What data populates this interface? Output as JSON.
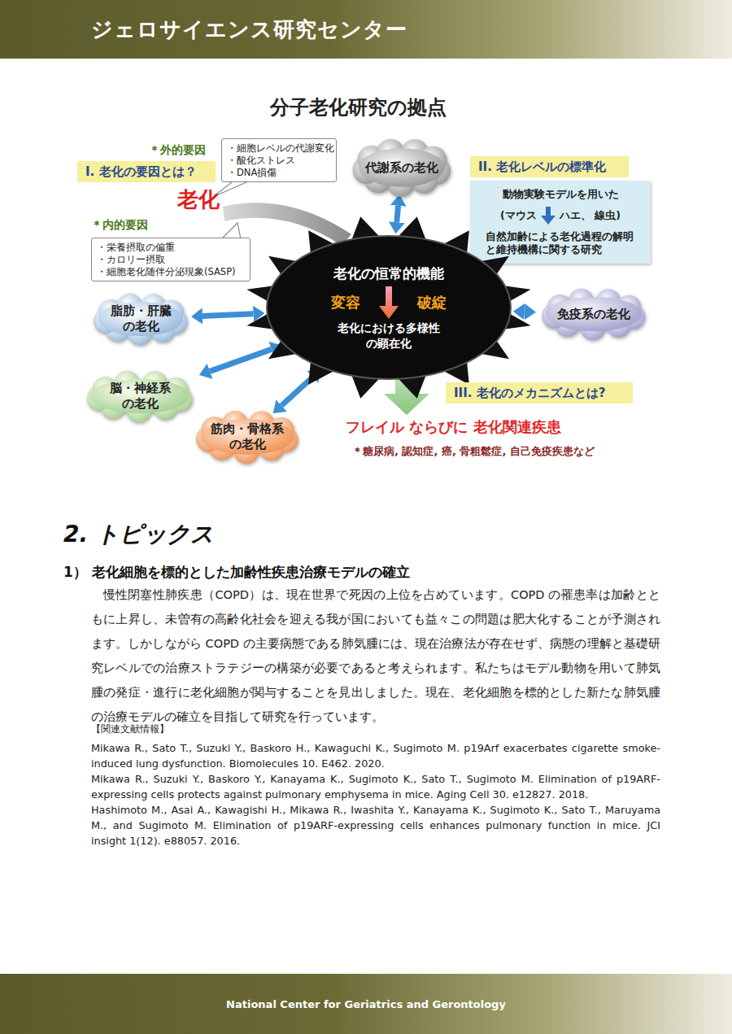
{
  "diagram": {
    "title": "分子老化研究の拠点",
    "nodes": [
      {
        "text": [
          "ジェロサイエンス研究センター"
        ]
      },
      {
        "text": [
          "・細胞レベルの代謝変化",
          "・酸化ストレス",
          "・DNA損傷"
        ]
      },
      {
        "text": [
          "代謝系の老化"
        ]
      },
      {
        "text": [
          "II. 老化レベルの標準化"
        ]
      },
      {
        "text": [
          "動物実験モデルを用いた",
          "(マウス",
          "ハエ、 線虫)",
          "自然加齢による老化過程の解明と維持機構に関する研究"
        ]
      },
      {
        "text": [
          "I. 老化の要因とは？"
        ]
      },
      {
        "text": [
          "・栄養摂取の偏重",
          "・カロリー摂取",
          "・細胞老化随伴分泌現象(SASP)"
        ]
      },
      {
        "text": [
          "老化の恒常的機能",
          "変容",
          "破綻",
          "老化における多様性の顕在化"
        ]
      },
      {
        "text": [
          "脂肪・肝臓の老化"
        ]
      },
      {
        "text": [
          "免疫系の老化"
        ]
      },
      {
        "text": [
          "脳・神経系の老化"
        ]
      },
      {
        "text": [
          "筋肉・骨格系の老化"
        ]
      },
      {
        "text": [
          "III. 老化のメカニズムとは?"
        ]
      },
      {
        "text": [
          "National Center for Geriatrics and Gerontology"
        ]
      }
    ],
    "edges": [
      {
        "from": 7,
        "to": 2,
        "arrow": "both"
      },
      {
        "from": 7,
        "to": 8,
        "arrow": "both"
      },
      {
        "from": 7,
        "to": 9,
        "arrow": "both"
      },
      {
        "from": 7,
        "to": 10,
        "arrow": "both"
      },
      {
        "from": 7,
        "to": 11,
        "arrow": "both"
      }
    ],
    "labels": [
      "＊外的要因",
      "老化",
      "＊内的要因",
      "フレイル ならびに 老化関連疾患",
      "＊糖尿病, 認知症, 癌, 骨粗鬆症, 自己免疫疾患など",
      "2. トピックス",
      "1） 老化細胞を標的とした加齢性疾患治療モデルの確立",
      "慢性閉塞性肺疾患（COPD）は、現在世界で死因の上位を占めています。COPD の罹患率は加齢とともに上昇し、未曽有の高齢化社会を迎える我が国においても益々この問題は肥大化することが予測されます。しかしながら COPD の主要病態である肺気腫には、現在治療法が存在せず、病態の理解と基礎研究レベルでの治療ストラテジーの構築が必要であると考えられます。私たちはモデル動物を用いて肺気腫の発症・進行に老化細胞が関与することを見出しました。現在、老化細胞を標的とした新たな肺気腫の治療モデルの確立を目指して研究を行っています。",
      "【関連文献情報】",
      "Mikawa R., Sato T., Suzuki Y., Baskoro H., Kawaguchi K., Sugimoto M. p19Arf exacerbates cigarette smoke-induced lung dysfunction. Biomolecules 10. E462. 2020.",
      "Mikawa R., Suzuki Y., Baskoro Y., Kanayama K., Sugimoto K., Sato T., Sugimoto M. Elimination of p19ARF-expressing cells protects against pulmonary emphysema in mice. Aging Cell 30. e12827. 2018.",
      "Hashimoto M., Asai A., Kawagishi H., Mikawa R., Iwashita Y., Kanayama K., Sugimoto K., Sato T., Maruyama M., and Sugimoto M. Elimination of p19ARF-expressing cells enhances pulmonary function in mice. JCI insight 1(12). e88057. 2016."
    ]
  }
}
